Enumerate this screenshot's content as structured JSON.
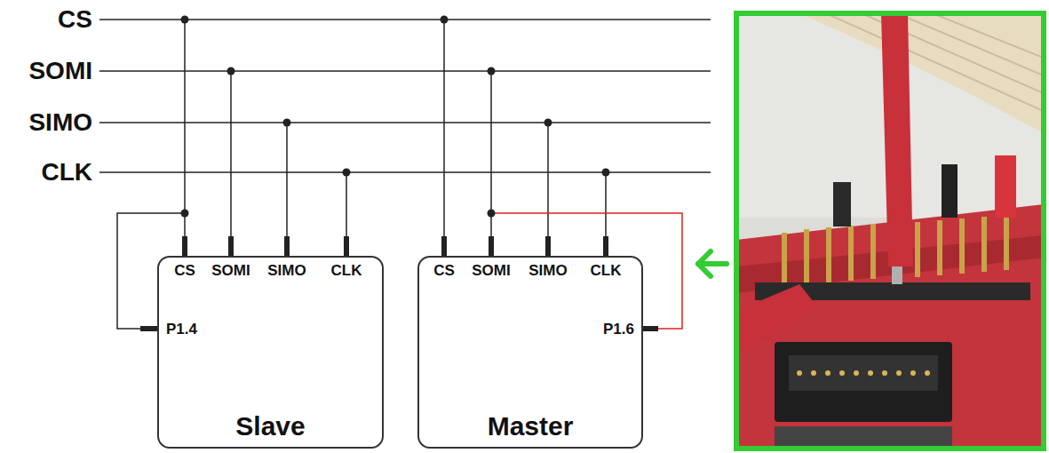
{
  "diagram": {
    "nodes": [
      {
        "text": [
          "CS",
          "SOMI",
          "SIMO",
          "CLK",
          "P1.4",
          "Slave"
        ]
      },
      {
        "text": [
          "CS",
          "SOMI",
          "SIMO",
          "CLK",
          "P1.6",
          "Master"
        ]
      }
    ],
    "labels": [
      "CS",
      "SOMI",
      "SIMO",
      "CLK"
    ]
  }
}
